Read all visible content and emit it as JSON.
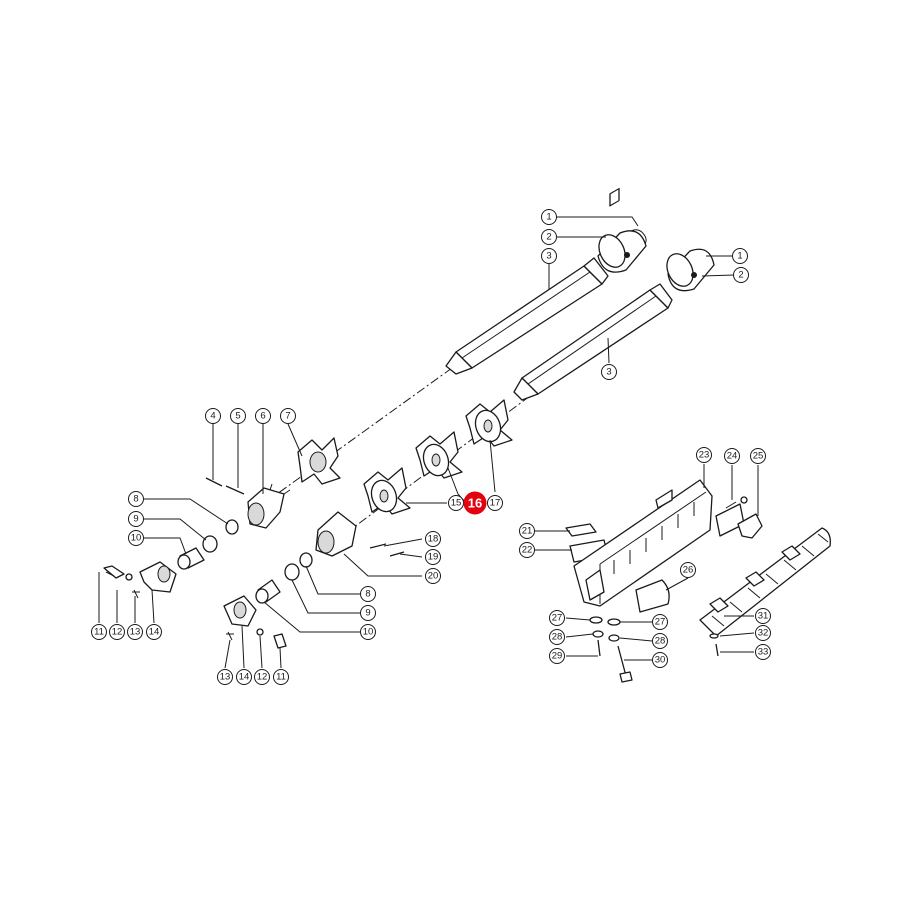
{
  "diagram": {
    "highlight_color": "#e3000f",
    "highlighted_part": "16",
    "callouts": [
      {
        "key": "1a",
        "label": "1"
      },
      {
        "key": "2a",
        "label": "2"
      },
      {
        "key": "3a",
        "label": "3"
      },
      {
        "key": "1b",
        "label": "1"
      },
      {
        "key": "2b",
        "label": "2"
      },
      {
        "key": "3b",
        "label": "3"
      },
      {
        "key": "4",
        "label": "4"
      },
      {
        "key": "5",
        "label": "5"
      },
      {
        "key": "6",
        "label": "6"
      },
      {
        "key": "7",
        "label": "7"
      },
      {
        "key": "8a",
        "label": "8"
      },
      {
        "key": "9a",
        "label": "9"
      },
      {
        "key": "10a",
        "label": "10"
      },
      {
        "key": "11a",
        "label": "11"
      },
      {
        "key": "12a",
        "label": "12"
      },
      {
        "key": "13a",
        "label": "13"
      },
      {
        "key": "14a",
        "label": "14"
      },
      {
        "key": "15",
        "label": "15"
      },
      {
        "key": "16",
        "label": "16"
      },
      {
        "key": "17",
        "label": "17"
      },
      {
        "key": "18",
        "label": "18"
      },
      {
        "key": "19",
        "label": "19"
      },
      {
        "key": "20",
        "label": "20"
      },
      {
        "key": "8b",
        "label": "8"
      },
      {
        "key": "9b",
        "label": "9"
      },
      {
        "key": "10b",
        "label": "10"
      },
      {
        "key": "13b",
        "label": "13"
      },
      {
        "key": "14b",
        "label": "14"
      },
      {
        "key": "12b",
        "label": "12"
      },
      {
        "key": "11b",
        "label": "11"
      },
      {
        "key": "21",
        "label": "21"
      },
      {
        "key": "22",
        "label": "22"
      },
      {
        "key": "23",
        "label": "23"
      },
      {
        "key": "24",
        "label": "24"
      },
      {
        "key": "25",
        "label": "25"
      },
      {
        "key": "26",
        "label": "26"
      },
      {
        "key": "27a",
        "label": "27"
      },
      {
        "key": "28a",
        "label": "28"
      },
      {
        "key": "29",
        "label": "29"
      },
      {
        "key": "27b",
        "label": "27"
      },
      {
        "key": "28b",
        "label": "28"
      },
      {
        "key": "30",
        "label": "30"
      },
      {
        "key": "31",
        "label": "31"
      },
      {
        "key": "32",
        "label": "32"
      },
      {
        "key": "33",
        "label": "33"
      }
    ]
  }
}
